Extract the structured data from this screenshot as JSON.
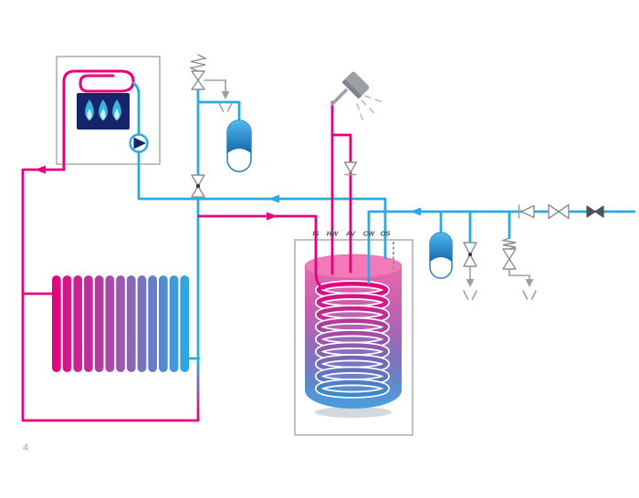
{
  "page": {
    "number": "4"
  },
  "tank": {
    "connection_labels": [
      "IS",
      "HW",
      "AV",
      "CW",
      "OS"
    ]
  },
  "palette": {
    "hot": "#e6007e",
    "cold": "#29abe2",
    "cold_dark": "#1565ad",
    "burner_navy": "#16246a",
    "flame_blue": "#35b4e8",
    "outline_gray": "#9aa0a6",
    "label_gray": "#4a4a4a"
  },
  "components": [
    "gas-boiler",
    "burner",
    "circulation-pump",
    "heat-exchanger-coil",
    "safety-valve",
    "expansion-vessel",
    "bypass-valve",
    "panel-radiator",
    "indirect-cylinder",
    "tank-heating-coil",
    "shower-head",
    "check-valve",
    "cold-water-main",
    "isolation-valve",
    "pressure-reducing-valve",
    "safety-group",
    "tundish-drain"
  ]
}
